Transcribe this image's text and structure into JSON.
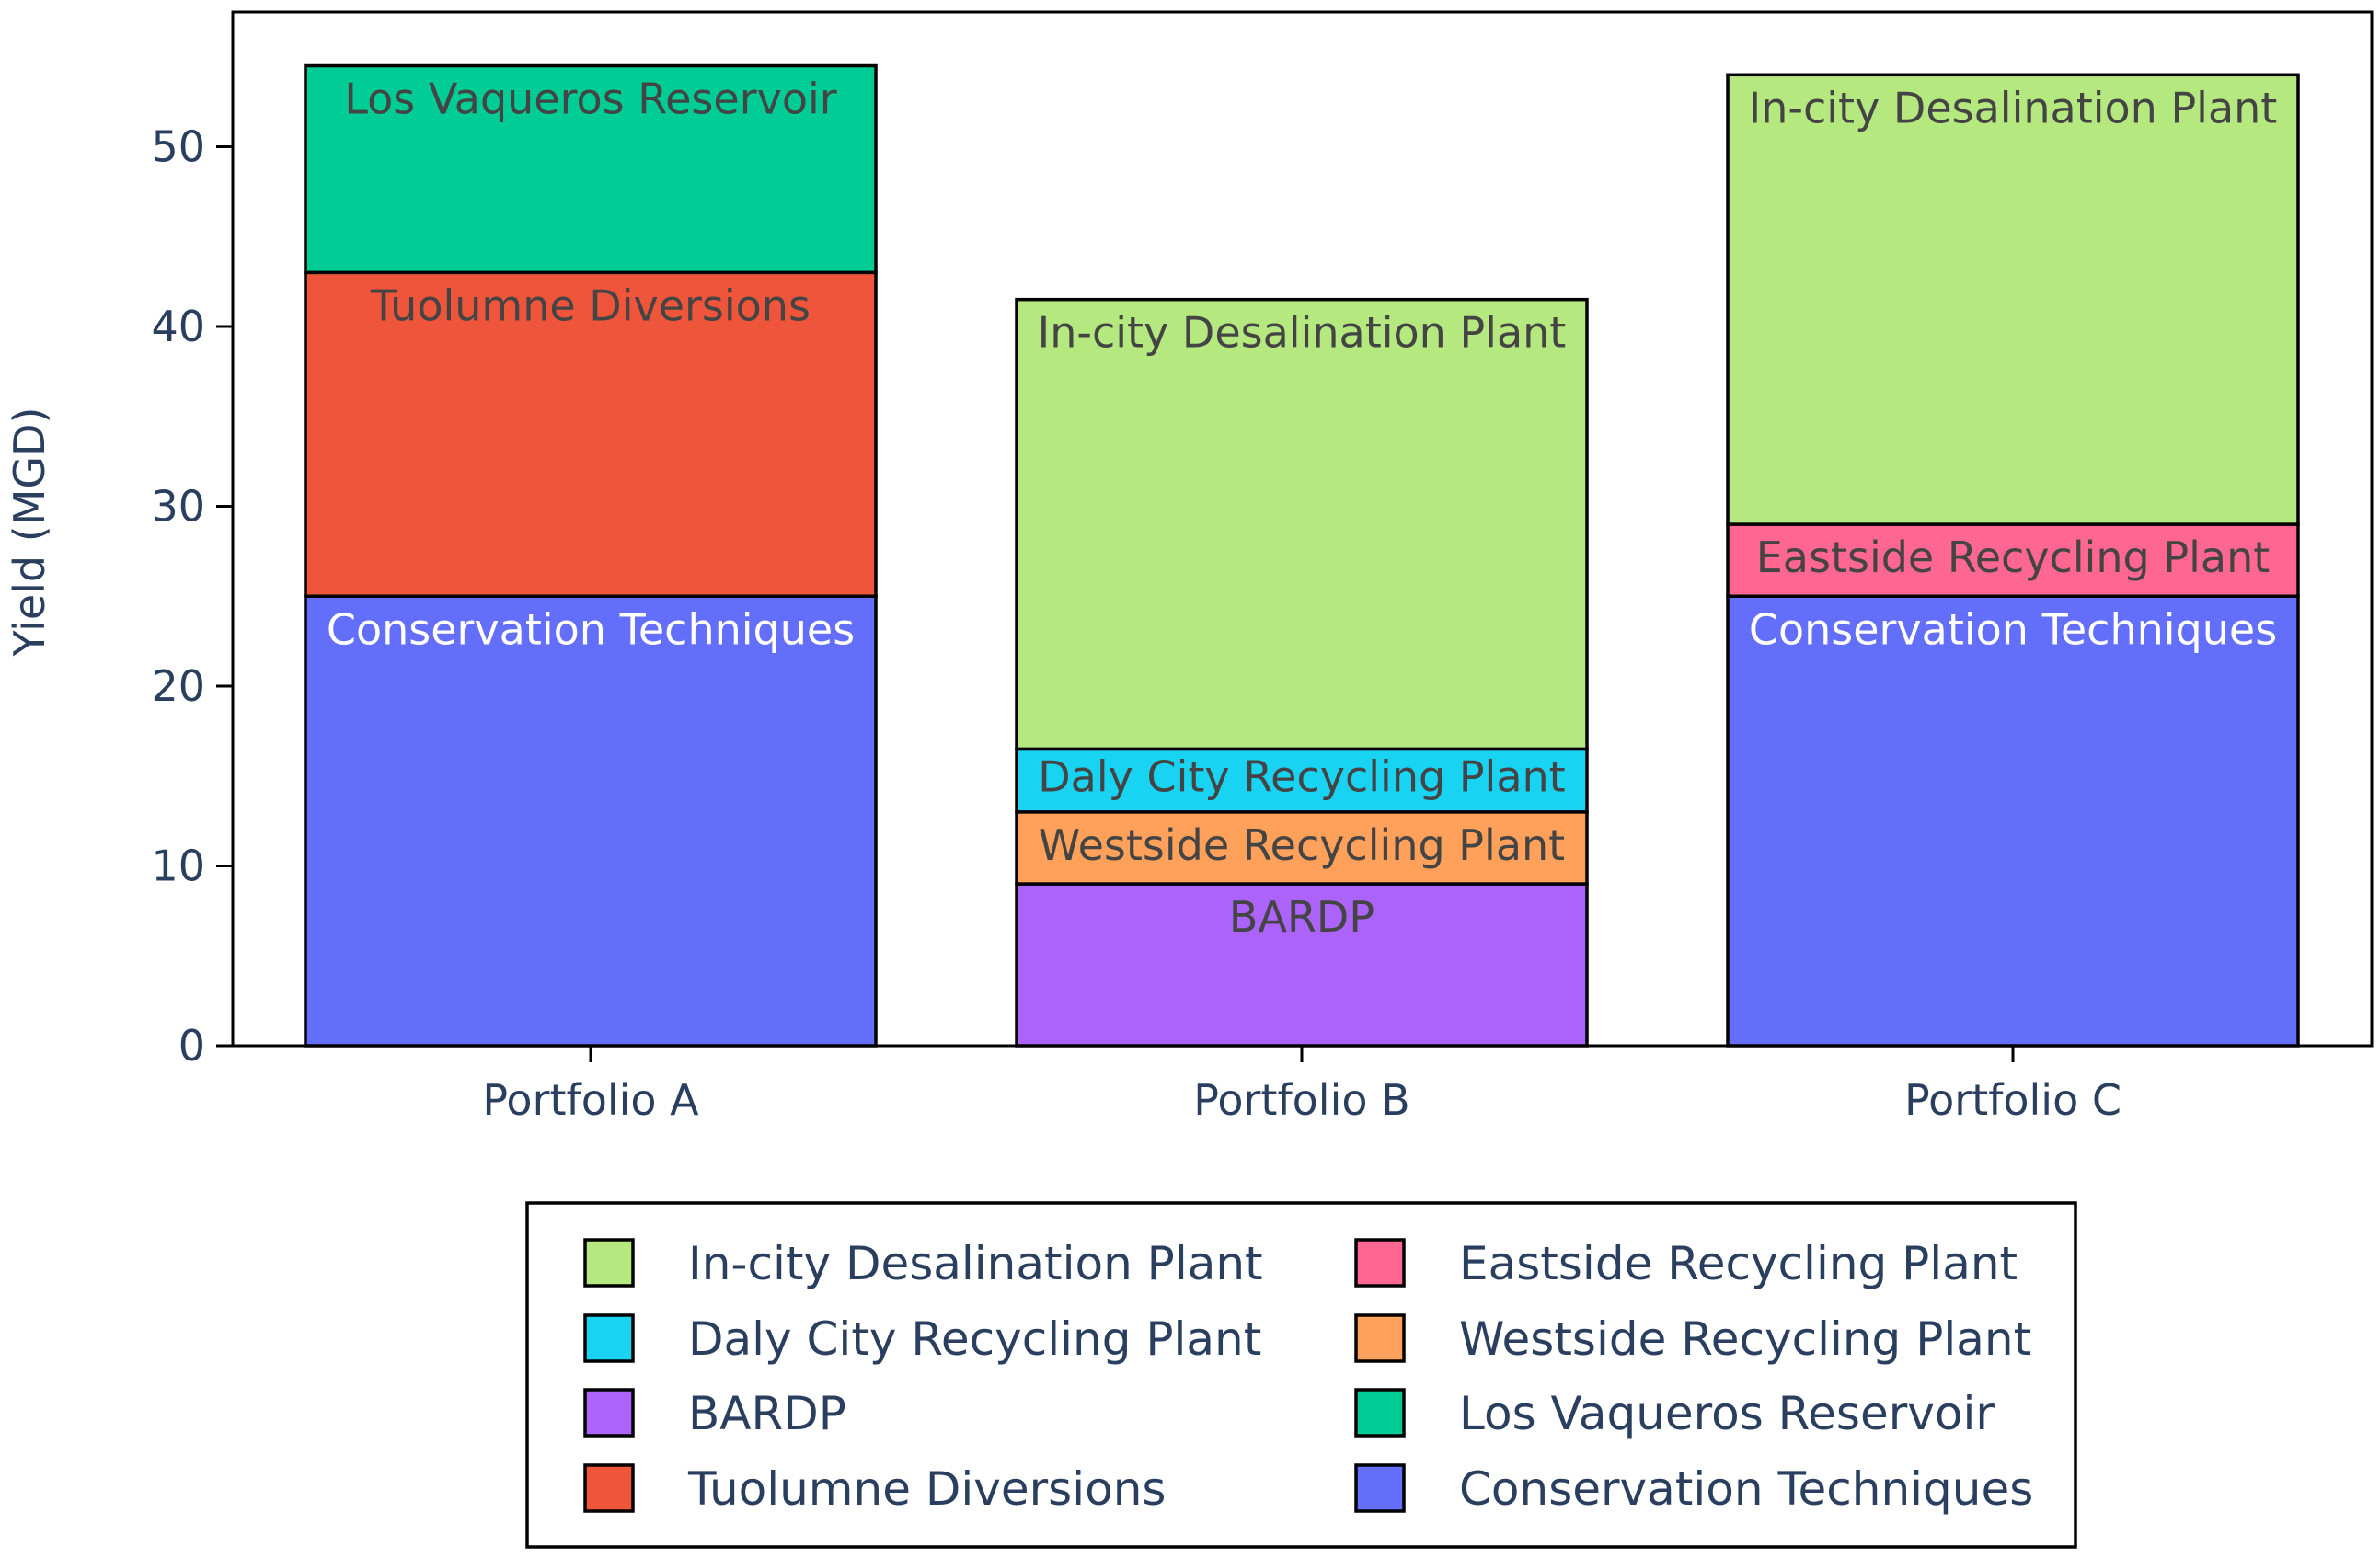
{
  "chart_data": {
    "type": "bar",
    "stacked": true,
    "categories": [
      "Portfolio A",
      "Portfolio B",
      "Portfolio C"
    ],
    "ylabel": "Yield (MGD)",
    "xlabel": "",
    "ylim": [
      0,
      57.5
    ],
    "yticks": [
      0,
      10,
      20,
      30,
      40,
      50
    ],
    "grid": false,
    "legend_position": "bottom",
    "series": [
      {
        "name": "Conservation Techniques",
        "color": "#636efa",
        "values": [
          25,
          0,
          25
        ],
        "label_color": "#ffffff"
      },
      {
        "name": "BARDP",
        "color": "#ab63fa",
        "values": [
          0,
          9,
          0
        ],
        "label_color": "#444444"
      },
      {
        "name": "Westside Recycling Plant",
        "color": "#ffa15a",
        "values": [
          0,
          4,
          0
        ],
        "label_color": "#444444"
      },
      {
        "name": "Daly City Recycling Plant",
        "color": "#19d3f3",
        "values": [
          0,
          3.5,
          0
        ],
        "label_color": "#444444",
        "label_small": true
      },
      {
        "name": "Eastside Recycling Plant",
        "color": "#ff6692",
        "values": [
          0,
          0,
          4
        ],
        "label_color": "#444444"
      },
      {
        "name": "In-city Desalination Plant",
        "color": "#b6e880",
        "values": [
          0,
          25,
          25
        ],
        "label_color": "#444444"
      },
      {
        "name": "Tuolumne Diversions",
        "color": "#ef553b",
        "values": [
          18,
          0,
          0
        ],
        "label_color": "#444444"
      },
      {
        "name": "Los Vaqueros Reservoir",
        "color": "#00cc96",
        "values": [
          11.5,
          0,
          0
        ],
        "label_color": "#444444"
      }
    ],
    "legend_order": [
      "In-city Desalination Plant",
      "Eastside Recycling Plant",
      "Daly City Recycling Plant",
      "Westside Recycling Plant",
      "BARDP",
      "Los Vaqueros Reservoir",
      "Tuolumne Diversions",
      "Conservation Techniques"
    ]
  }
}
